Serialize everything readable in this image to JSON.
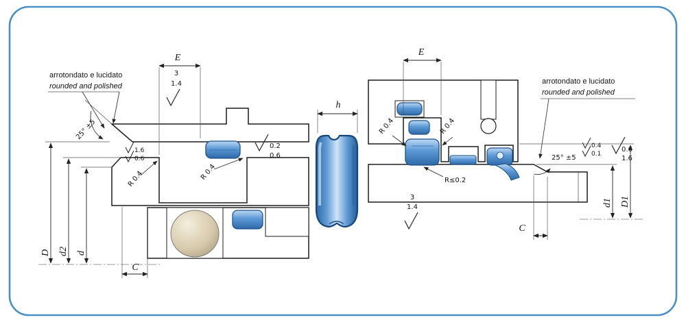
{
  "drawing": {
    "colors": {
      "frame": "#4a90c8",
      "seal": "#4e8fd0",
      "hatch_line": "#7b838a"
    },
    "left_view": {
      "note_line1": "arrotondato  e lucidato",
      "note_line2": "rounded and polished",
      "angle_label": "25° ±5",
      "dim_E": "E",
      "dim_C": "C",
      "dim_D": "D",
      "dim_d2": "d2",
      "dim_d": "d",
      "radius_groove_left": "R 0.4",
      "radius_groove_right": "R 0.4",
      "edge_break_top": "1.6",
      "edge_break_bottom": "0.6",
      "rough_flank_value1": "3",
      "rough_flank_value2": "1.4",
      "rough_face_value1": "0.2",
      "rough_face_value2": "0.6"
    },
    "profile": {
      "dim_h": "h"
    },
    "right_view": {
      "note_line1": "arrotondato e lucidato",
      "note_line2": "rounded and polished",
      "angle_label": "25° ±5",
      "dim_E": "E",
      "dim_C": "C",
      "dim_d1": "d1",
      "dim_D1": "D1",
      "radius_groove_left": "R 0.4",
      "radius_groove_right": "R 0.4",
      "radius_seal": "R≤0.2",
      "edge_break_top": "0.4",
      "edge_break_bottom": "0.1",
      "rough_bore_value1": "0.6",
      "rough_bore_value2": "1.6",
      "rough_rod_value1": "3",
      "rough_rod_value2": "1.4"
    }
  }
}
